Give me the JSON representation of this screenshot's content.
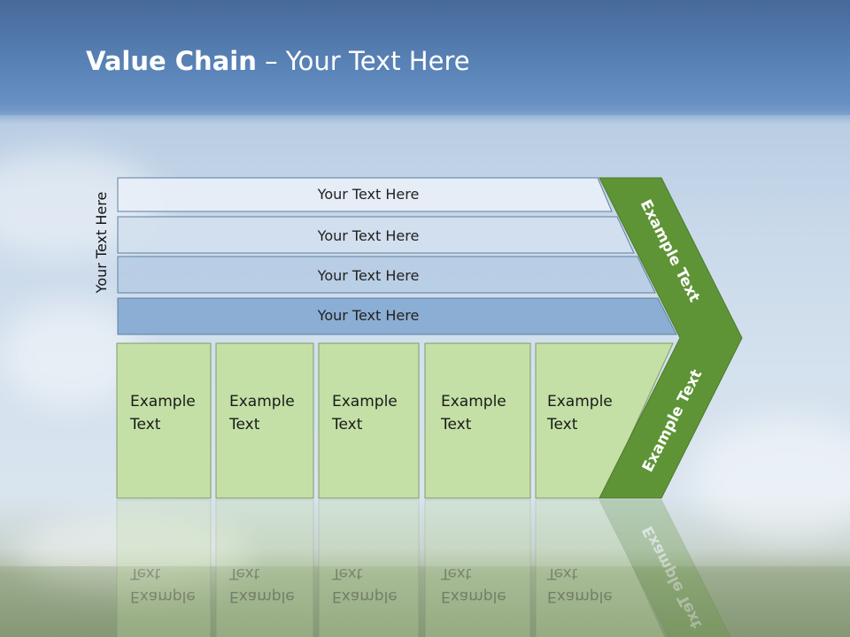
{
  "slide": {
    "title_bold": "Value Chain",
    "title_rest": " – Your Text Here",
    "side_label": "Your Text Here"
  },
  "bars": [
    {
      "label": "Your Text Here",
      "color": "#e8eff7"
    },
    {
      "label": "Your Text Here",
      "color": "#d3e0ee"
    },
    {
      "label": "Your Text Here",
      "color": "#b7cde4"
    },
    {
      "label": "Your Text Here",
      "color": "#86a9d1"
    }
  ],
  "boxes": [
    {
      "line1": "Example",
      "line2": "Text"
    },
    {
      "line1": "Example",
      "line2": "Text"
    },
    {
      "line1": "Example",
      "line2": "Text"
    },
    {
      "line1": "Example",
      "line2": "Text"
    },
    {
      "line1": "Example",
      "line2": "Text"
    }
  ],
  "chevron": {
    "upper_label": "Example Text",
    "lower_label": "Example Text",
    "color": "#5e9435"
  },
  "colors": {
    "box_fill": "#c4e0a6",
    "box_stroke": "#7f9a6a",
    "bar_stroke": "#5f7f9f"
  }
}
